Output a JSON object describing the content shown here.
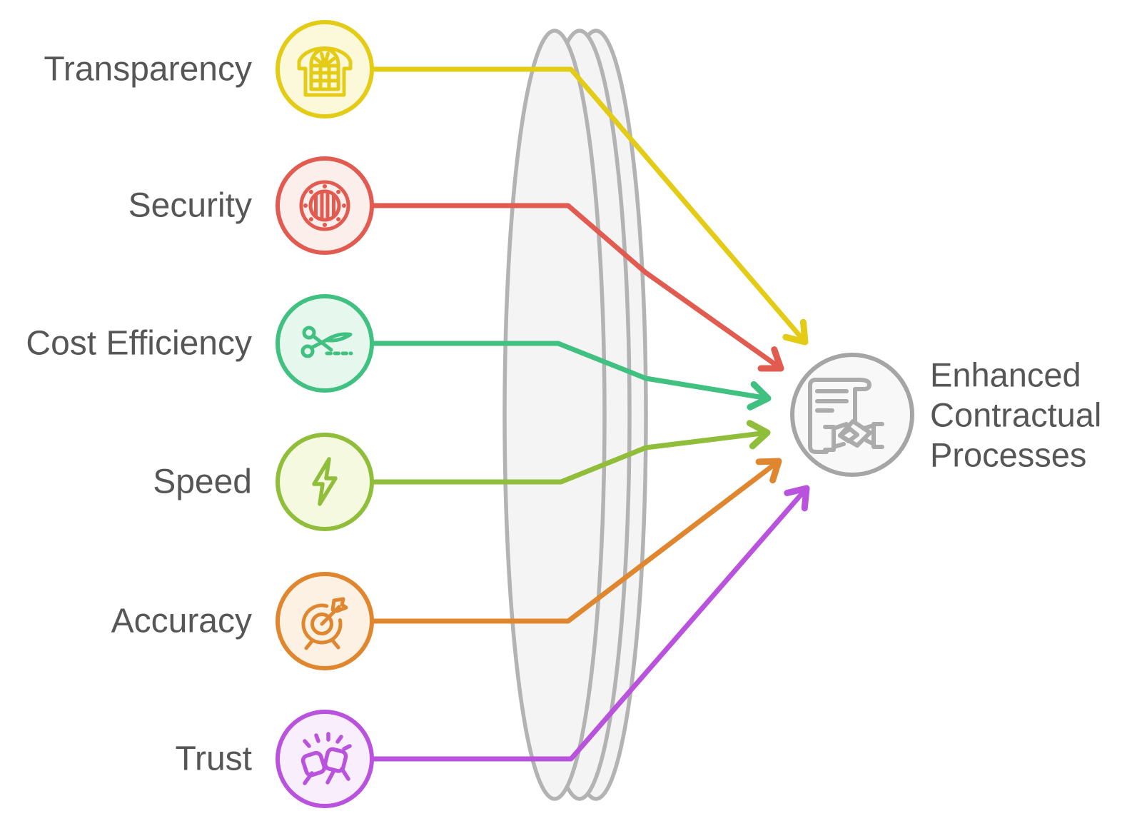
{
  "diagram": {
    "background": "#ffffff",
    "text_color": "#565656",
    "lens": {
      "stroke": "#b3b3b3",
      "fill": "#f4f4f4"
    },
    "items": [
      {
        "label": "Transparency",
        "icon": "window-icon",
        "color": "#e3cb16",
        "fill": "#fcf9da"
      },
      {
        "label": "Security",
        "icon": "porthole-icon",
        "color": "#e25b50",
        "fill": "#fceeeb"
      },
      {
        "label": "Cost Efficiency",
        "icon": "scissors-icon",
        "color": "#41c181",
        "fill": "#e6f8ee"
      },
      {
        "label": "Speed",
        "icon": "lightning-icon",
        "color": "#90be3b",
        "fill": "#f4f9e0"
      },
      {
        "label": "Accuracy",
        "icon": "target-icon",
        "color": "#e0862e",
        "fill": "#fdf1e3"
      },
      {
        "label": "Trust",
        "icon": "fist-bump-icon",
        "color": "#b953dd",
        "fill": "#f9eefb"
      }
    ],
    "result": {
      "label_lines": [
        "Enhanced",
        "Contractual",
        "Processes"
      ],
      "icon": "contract-handshake-icon",
      "circle_stroke": "#a5a5a5",
      "circle_fill": "#f8f8f8",
      "icon_color": "#ababab"
    }
  }
}
